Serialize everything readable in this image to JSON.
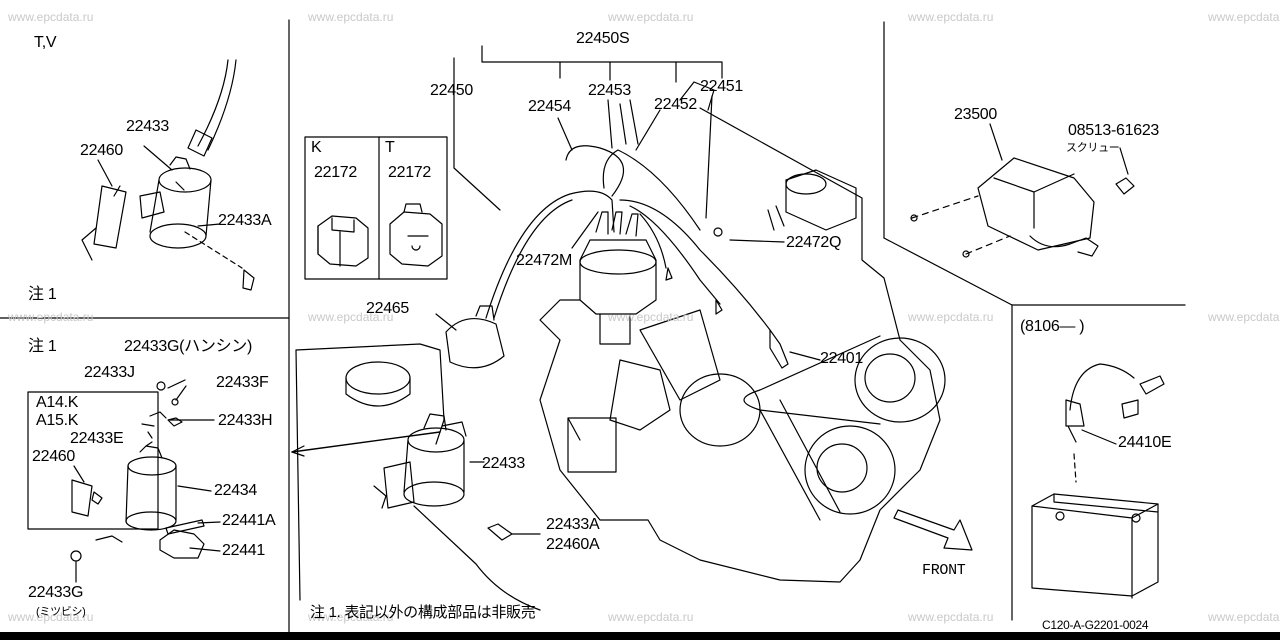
{
  "watermark": "www.epcdata.ru",
  "panel_tl": {
    "tag": "T,V",
    "parts": [
      "22433",
      "22460",
      "22433A"
    ],
    "note": "注 1"
  },
  "panel_ml": {
    "note": "注 1",
    "models": [
      "A14.K",
      "A15.K"
    ],
    "parts": {
      "g_hanshin": "22433G(ハンシン)",
      "j": "22433J",
      "f": "22433F",
      "h": "22433H",
      "e": "22433E",
      "p22460": "22460",
      "p22434": "22434",
      "p22441a": "22441A",
      "p22441": "22441",
      "g": "22433G",
      "g_sub": "(ミツビシ)"
    }
  },
  "panel_rotor": {
    "left_tag": "K",
    "right_tag": "T",
    "left_part": "22172",
    "right_part": "22172"
  },
  "main": {
    "set": "22450S",
    "parts": {
      "p22450": "22450",
      "p22454": "22454",
      "p22453": "22453",
      "p22452": "22452",
      "p22451": "22451",
      "p22472m": "22472M",
      "p22472q": "22472Q",
      "p22465": "22465",
      "p22401": "22401",
      "p22433": "22433",
      "p22433a": "22433A",
      "p22460a": "22460A"
    },
    "front": "FRONT",
    "footnote": "注 1. 表記以外の構成部品は非販売"
  },
  "panel_tr": {
    "part": "23500",
    "screw_part": "08513-61623",
    "screw_name": "スクリュー"
  },
  "panel_br": {
    "range": "(8106—        )",
    "part": "24410E"
  },
  "code": "C120-A-G2201-0024"
}
